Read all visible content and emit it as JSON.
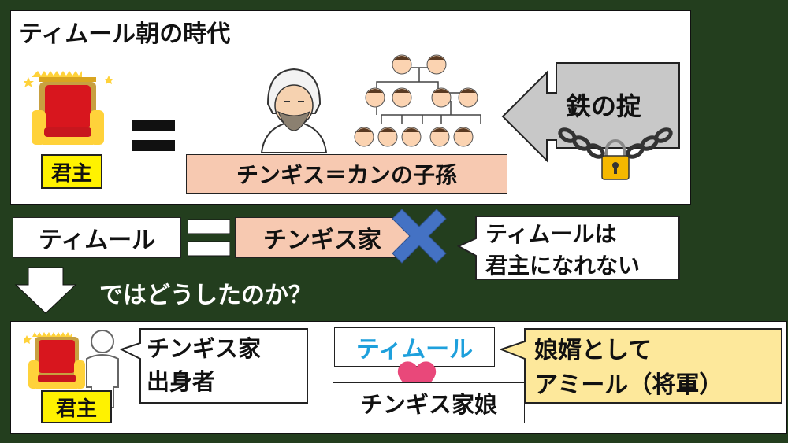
{
  "title": "ティムール朝の時代",
  "top": {
    "monarch_label": "君主",
    "equals": "＝",
    "descendants": "チンギス＝カンの子孫",
    "iron_rule": "鉄の掟"
  },
  "middle": {
    "timur": "ティムール",
    "chinggis_family": "チンギス家",
    "bubble_line1": "ティムールは",
    "bubble_line2": "君主になれない",
    "question": "ではどうしたのか？"
  },
  "bottom": {
    "monarch_label": "君主",
    "origin_line1": "チンギス家",
    "origin_line2": "出身者",
    "timur": "ティムール",
    "daughter": "チンギス家娘",
    "role_line1": "娘婿として",
    "role_line2": "アミール（将軍）"
  },
  "colors": {
    "background": "#233e1e",
    "timur_blue": "#1ea0dc",
    "heart": "#e9487a",
    "cross": "#4472c4",
    "pink_box": "#f7c9b1",
    "yellow_box": "#fde89b",
    "label_yellow": "#fff200"
  }
}
